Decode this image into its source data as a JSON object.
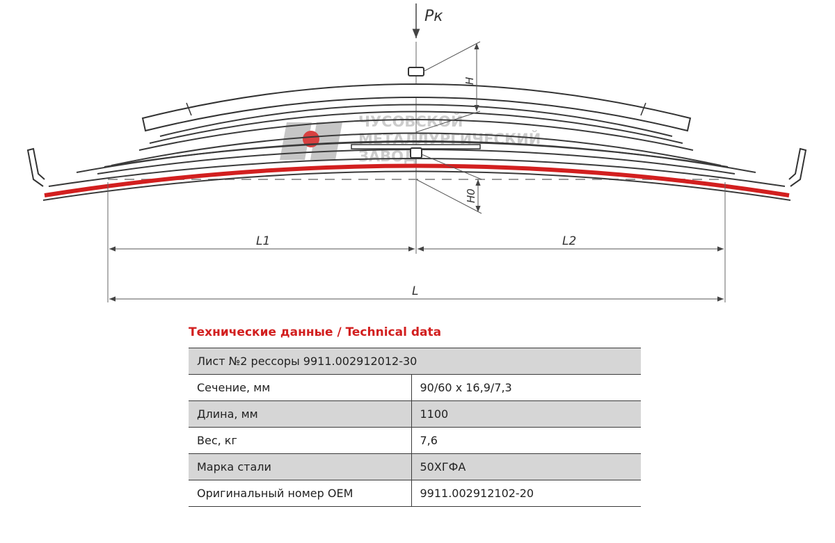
{
  "diagram": {
    "force_label": "Pк",
    "height_label": "H",
    "height0_label": "H0",
    "l1_label": "L1",
    "l2_label": "L2",
    "l_label": "L",
    "watermark_lines": [
      "ЧУСОВСКОЙ",
      "МЕТАЛЛУРГИЧЕСКИЙ",
      "ЗАВОД"
    ],
    "highlight_color": "#d21f1f"
  },
  "spec": {
    "title": "Технические данные / Technical data",
    "header": "Лист №2 рессоры 9911.002912012-30",
    "rows": [
      {
        "label": "Сечение, мм",
        "value": "90/60 x 16,9/7,3"
      },
      {
        "label": "Длина, мм",
        "value": "1100"
      },
      {
        "label": "Вес, кг",
        "value": "7,6"
      },
      {
        "label": "Марка стали",
        "value": "50ХГФА"
      },
      {
        "label": "Оригинальный номер OEM",
        "value": "9911.002912102-20"
      }
    ]
  }
}
